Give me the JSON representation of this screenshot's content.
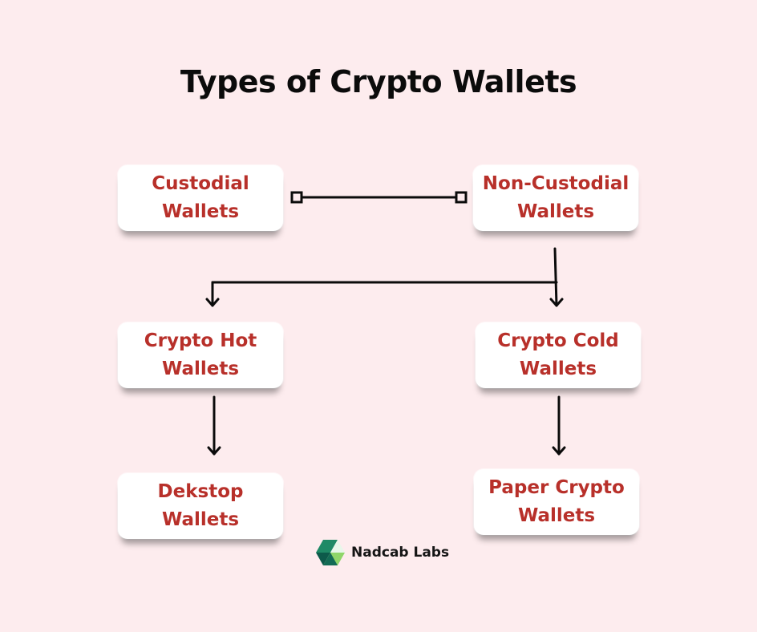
{
  "title": "Types of Crypto Wallets",
  "nodes": {
    "custodial": {
      "line1": "Custodial",
      "line2": "Wallets"
    },
    "non_custodial": {
      "line1": "Non-Custodial",
      "line2": "Wallets"
    },
    "hot": {
      "line1": "Crypto Hot",
      "line2": "Wallets"
    },
    "cold": {
      "line1": "Crypto Cold",
      "line2": "Wallets"
    },
    "desktop": {
      "line1": "Dekstop",
      "line2": "Wallets"
    },
    "paper": {
      "line1": "Paper Crypto",
      "line2": "Wallets"
    }
  },
  "edges": [
    {
      "from": "Custodial Wallets",
      "to": "Non-Custodial Wallets",
      "style": "line-square-ends"
    },
    {
      "from": "Non-Custodial Wallets",
      "to": "Crypto Hot Wallets",
      "style": "arrow"
    },
    {
      "from": "Non-Custodial Wallets",
      "to": "Crypto Cold Wallets",
      "style": "arrow"
    },
    {
      "from": "Crypto Hot Wallets",
      "to": "Dekstop Wallets",
      "style": "arrow"
    },
    {
      "from": "Crypto Cold Wallets",
      "to": "Paper Crypto Wallets",
      "style": "arrow"
    }
  ],
  "brand": {
    "name": "Nadcab Labs",
    "icon": "cube-logo-icon"
  },
  "colors": {
    "background": "#fdecee",
    "node_text": "#b8302a",
    "node_bg": "#ffffff",
    "lines": "#0b0b0b"
  }
}
